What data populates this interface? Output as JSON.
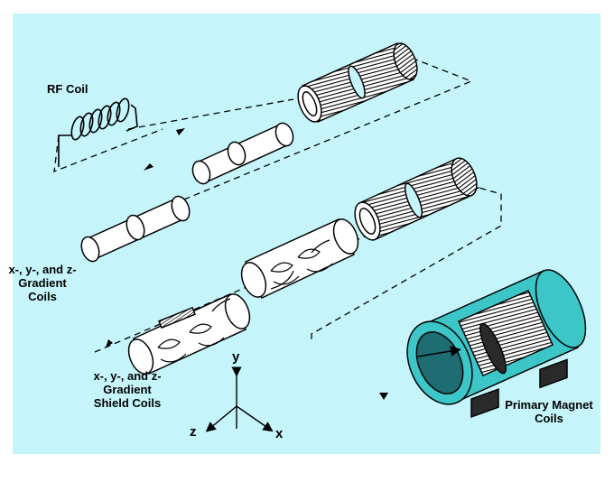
{
  "labels": {
    "rf_coil": "RF Coil",
    "gradient_coils": [
      "x-, y-, and z-",
      "Gradient",
      "Coils"
    ],
    "shield_coils": [
      "x-, y-, and z-",
      "Gradient",
      "Shield Coils"
    ],
    "primary_magnet": [
      "Primary Magnet",
      "Coils"
    ]
  },
  "axes": {
    "x": "x",
    "y": "y",
    "z": "z"
  },
  "colors": {
    "background": "#c5f5fa",
    "magnet": "#3cc6c8",
    "ink": "#000000"
  }
}
